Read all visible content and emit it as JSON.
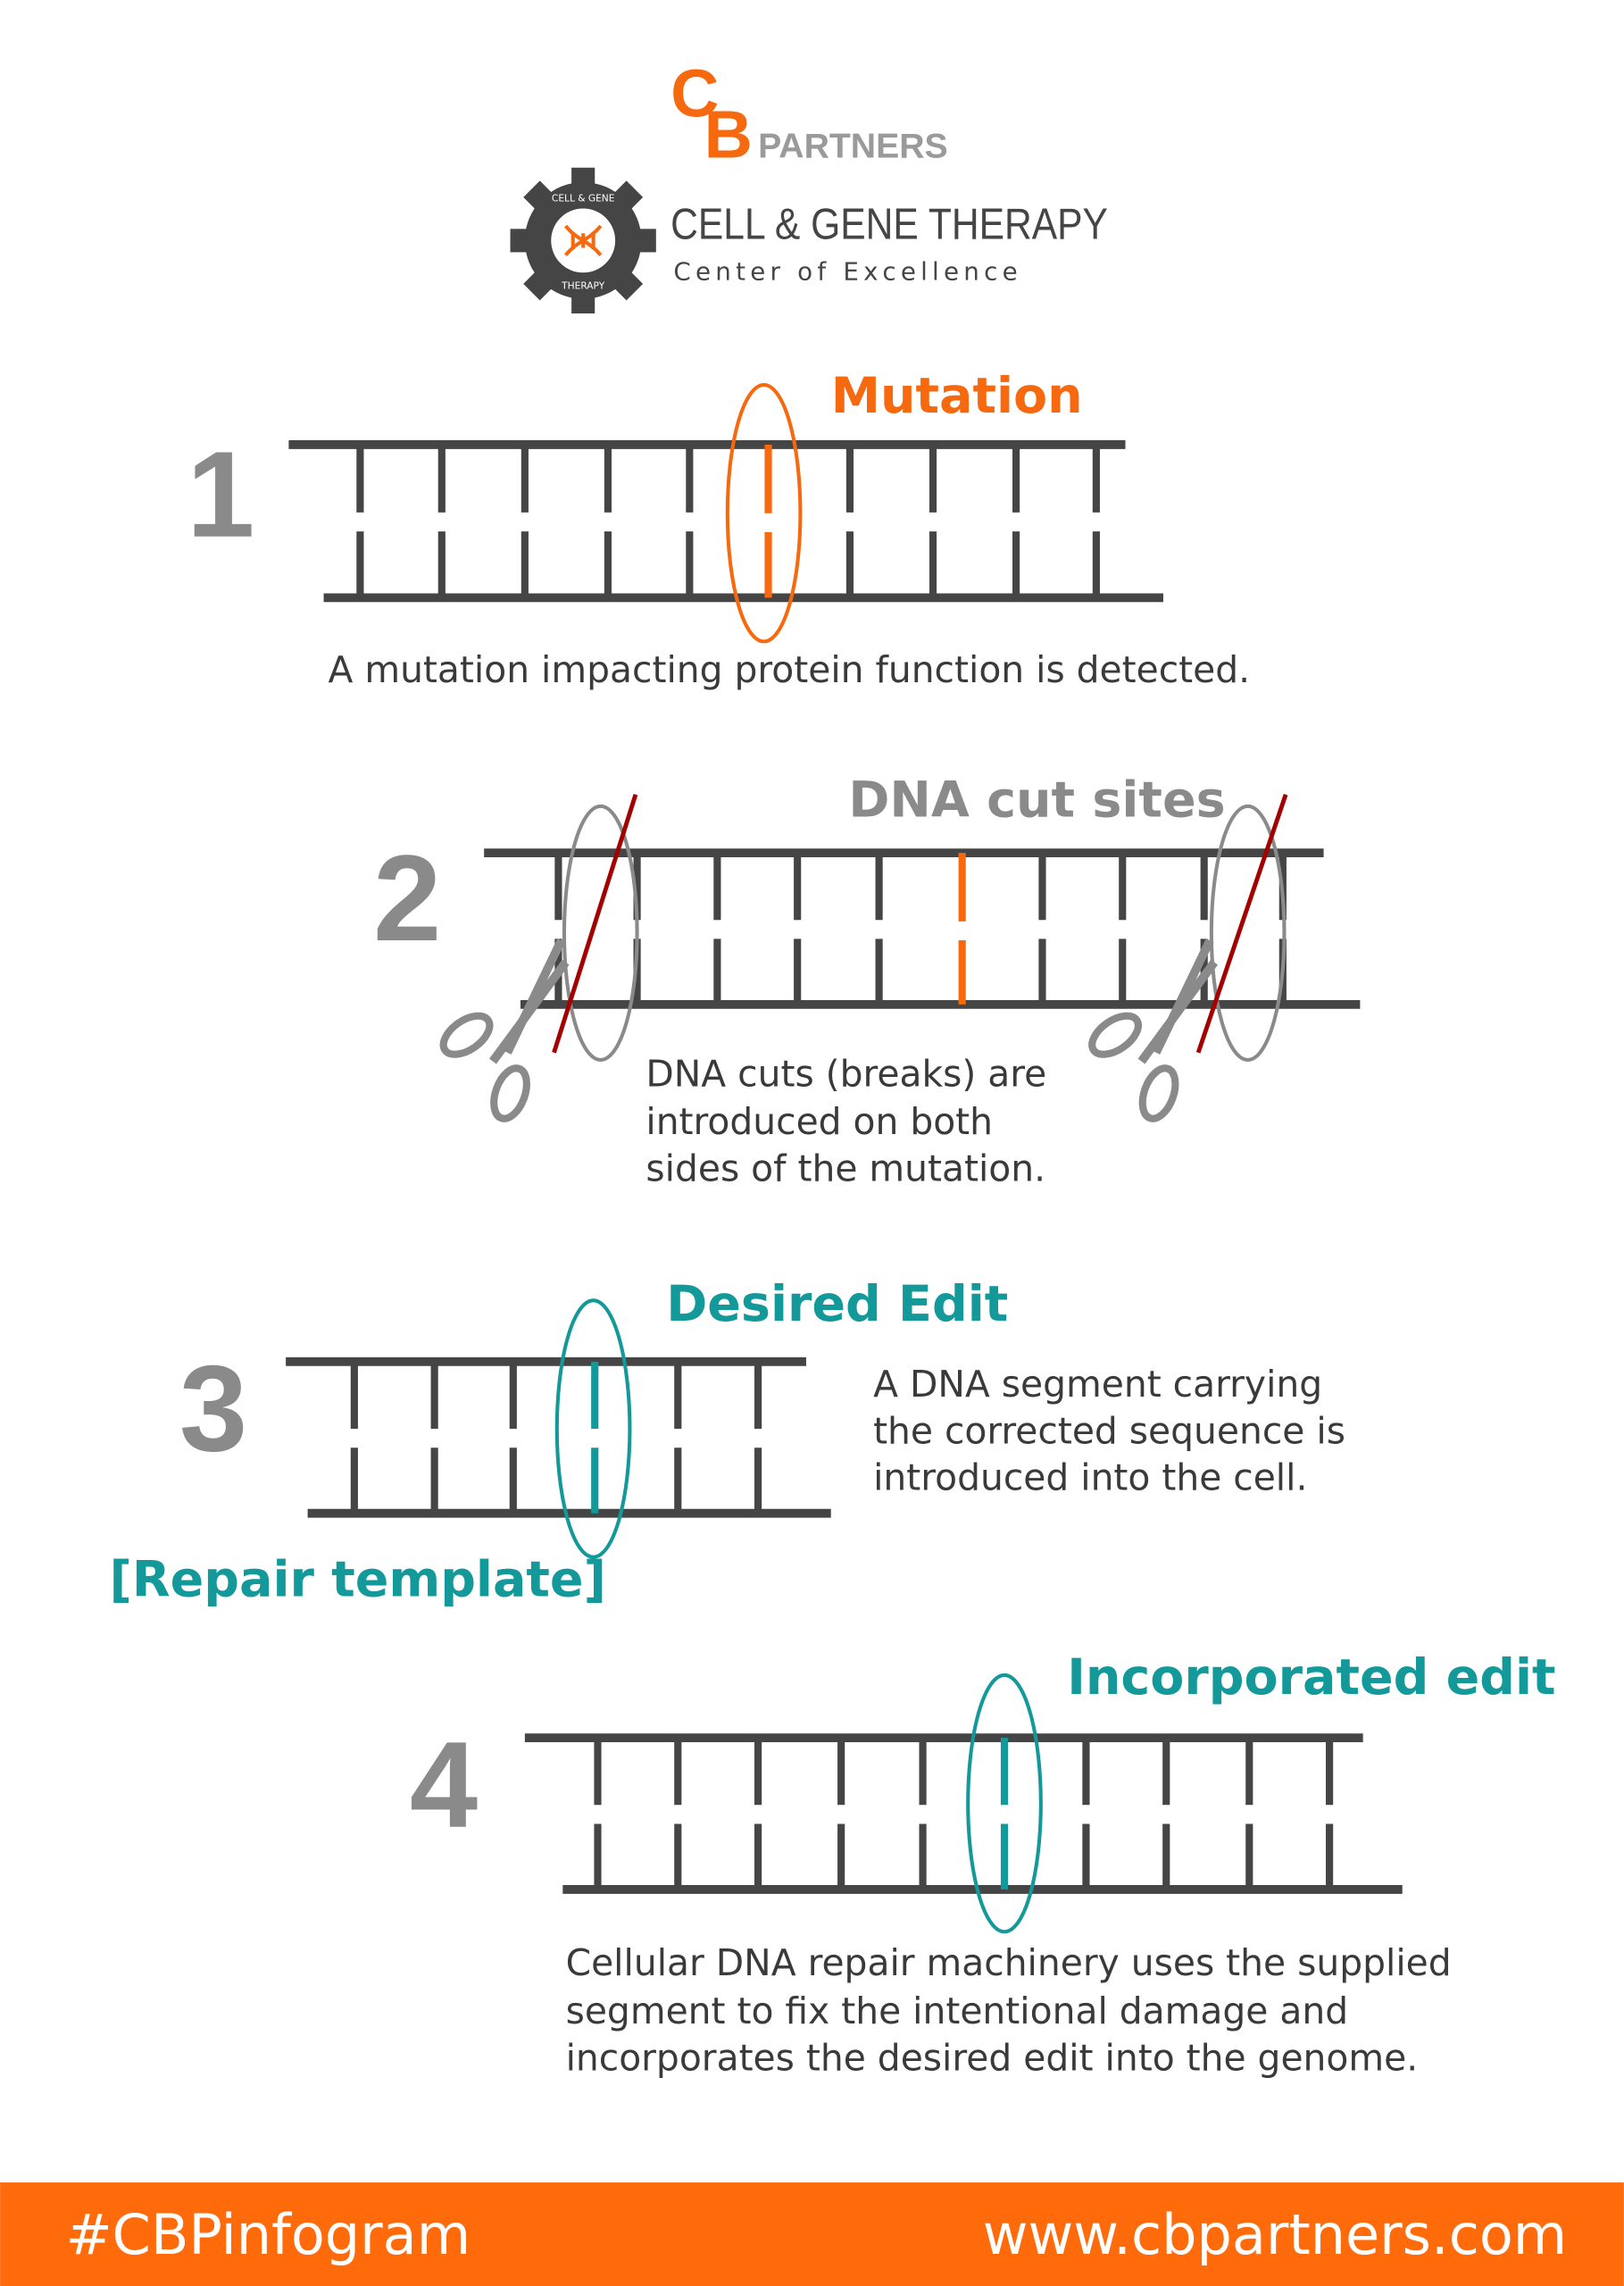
{
  "logo": {
    "brand_letters": "CB",
    "brand_word": "PARTNERS",
    "gear_text_top": "CELL & GENE",
    "gear_text_bottom": "THERAPY",
    "title": "CELL & GENE THERAPY",
    "subtitle": "Center of Excellence"
  },
  "colors": {
    "orange": "#f7690f",
    "teal": "#13999a",
    "gray": "#8a8a8a",
    "dark": "#454545",
    "red": "#a30000"
  },
  "steps": [
    {
      "number": "1",
      "label": "Mutation",
      "caption": [
        "A mutation impacting protein function is detected."
      ]
    },
    {
      "number": "2",
      "label": "DNA cut sites",
      "caption": [
        "DNA cuts (breaks) are",
        "introduced on both",
        "sides of the mutation."
      ]
    },
    {
      "number": "3",
      "label": "Desired Edit",
      "sublabel": "[Repair template]",
      "caption": [
        "A DNA segment carrying",
        "the corrected sequence is",
        "introduced into the cell."
      ]
    },
    {
      "number": "4",
      "label": "Incorporated edit",
      "caption": [
        "Cellular DNA repair machinery uses the supplied",
        "segment to fix the intentional damage and",
        "incorporates the desired edit into the genome."
      ]
    }
  ],
  "footer": {
    "hashtag": "#CBPinfogram",
    "website": "www.cbpartners.com"
  }
}
